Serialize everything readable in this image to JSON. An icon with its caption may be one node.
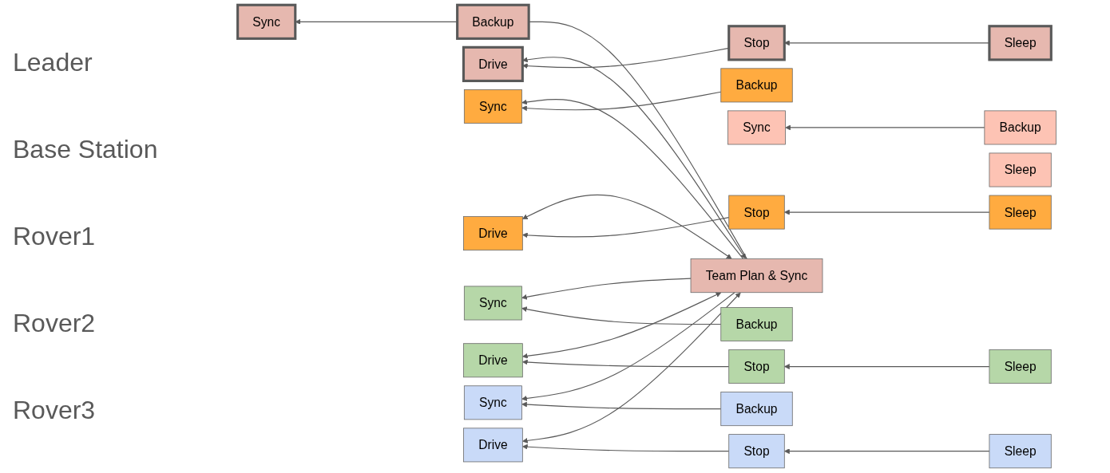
{
  "diagram": {
    "nodes": [
      {
        "text": [
          "Sync"
        ]
      },
      {
        "text": [
          "Backup"
        ]
      },
      {
        "text": [
          "Team Plan & Sync"
        ]
      },
      {
        "text": [
          "Drive"
        ]
      },
      {
        "text": [
          "Stop"
        ]
      },
      {
        "text": [
          "Sleep"
        ]
      },
      {
        "text": [
          "Sync"
        ]
      },
      {
        "text": [
          "Backup"
        ]
      },
      {
        "text": [
          "Sleep"
        ]
      },
      {
        "text": [
          "Sync"
        ]
      },
      {
        "text": [
          "Backup"
        ]
      },
      {
        "text": [
          "Drive"
        ]
      },
      {
        "text": [
          "Stop"
        ]
      },
      {
        "text": [
          "Sleep"
        ]
      },
      {
        "text": [
          "Sync"
        ]
      },
      {
        "text": [
          "Backup"
        ]
      },
      {
        "text": [
          "Drive"
        ]
      },
      {
        "text": [
          "Stop"
        ]
      },
      {
        "text": [
          "Sleep"
        ]
      },
      {
        "text": [
          "Sync"
        ]
      },
      {
        "text": [
          "Backup"
        ]
      },
      {
        "text": [
          "Drive"
        ]
      },
      {
        "text": [
          "Stop"
        ]
      },
      {
        "text": [
          "Sleep"
        ]
      }
    ],
    "edges": [
      {
        "from": 1,
        "to": 0,
        "arrow": "to"
      },
      {
        "from": 2,
        "to": 1,
        "arrow": "none"
      },
      {
        "from": 2,
        "to": 3,
        "arrow": "both"
      },
      {
        "from": 5,
        "to": 4,
        "arrow": "to"
      },
      {
        "from": 4,
        "to": 3,
        "arrow": "to"
      },
      {
        "from": 7,
        "to": 6,
        "arrow": "to"
      },
      {
        "from": 2,
        "to": 9,
        "arrow": "to"
      },
      {
        "from": 2,
        "to": 14,
        "arrow": "to"
      },
      {
        "from": 2,
        "to": 19,
        "arrow": "to"
      },
      {
        "from": 10,
        "to": 9,
        "arrow": "to"
      },
      {
        "from": 2,
        "to": 11,
        "arrow": "both"
      },
      {
        "from": 13,
        "to": 12,
        "arrow": "to"
      },
      {
        "from": 12,
        "to": 11,
        "arrow": "to"
      },
      {
        "from": 15,
        "to": 14,
        "arrow": "to"
      },
      {
        "from": 2,
        "to": 16,
        "arrow": "both"
      },
      {
        "from": 18,
        "to": 17,
        "arrow": "to"
      },
      {
        "from": 17,
        "to": 16,
        "arrow": "to"
      },
      {
        "from": 20,
        "to": 19,
        "arrow": "to"
      },
      {
        "from": 2,
        "to": 21,
        "arrow": "both"
      },
      {
        "from": 23,
        "to": 22,
        "arrow": "to"
      },
      {
        "from": 22,
        "to": 21,
        "arrow": "to"
      }
    ],
    "labels": [
      "Leader",
      "Base Station",
      "Rover1",
      "Rover2",
      "Rover3"
    ]
  }
}
